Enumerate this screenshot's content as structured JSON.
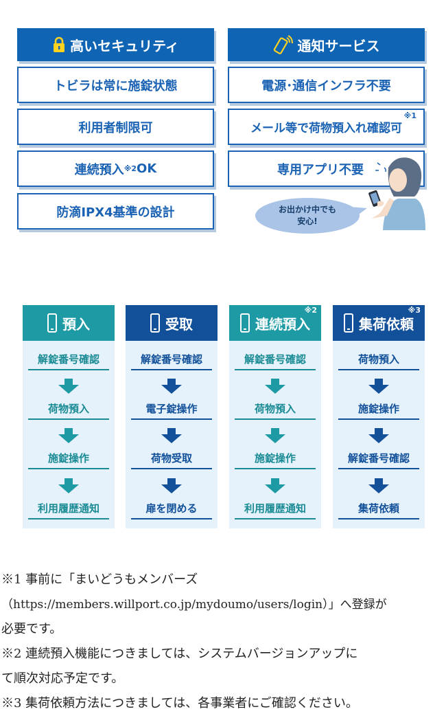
{
  "features": {
    "security": {
      "title": "高いセキュリティ",
      "icon": "lock-icon",
      "items": [
        {
          "text": "トビラは常に施錠状態",
          "sup": ""
        },
        {
          "text": "利用者制限可",
          "sup": ""
        },
        {
          "text": "連続預入",
          "sup": "※2",
          "suffix": "OK"
        },
        {
          "text": "防滴IPX4基準の設計",
          "sup": ""
        }
      ]
    },
    "notification": {
      "title": "通知サービス",
      "icon": "phone-signal-icon",
      "items": [
        {
          "text": "電源･通信インフラ不要",
          "sup": ""
        },
        {
          "text": "メール等で荷物預入れ確認可",
          "sup": "※1"
        },
        {
          "text": "専用アプリ不要",
          "sup": ""
        }
      ],
      "bubble": {
        "line1": "お出かけ中でも",
        "line2": "安心!"
      }
    }
  },
  "flows": [
    {
      "title": "預入",
      "sup": "",
      "theme": "teal",
      "steps": [
        "解錠番号確認",
        "荷物預入",
        "施錠操作",
        "利用履歴通知"
      ]
    },
    {
      "title": "受取",
      "sup": "",
      "theme": "navy",
      "steps": [
        "解錠番号確認",
        "電子錠操作",
        "荷物受取",
        "扉を閉める"
      ]
    },
    {
      "title": "連続預入",
      "sup": "※2",
      "theme": "teal",
      "steps": [
        "解錠番号確認",
        "荷物預入",
        "施錠操作",
        "利用履歴通知"
      ]
    },
    {
      "title": "集荷依頼",
      "sup": "※3",
      "theme": "navy",
      "steps": [
        "荷物預入",
        "施錠操作",
        "解錠番号確認",
        "集荷依頼"
      ]
    }
  ],
  "notes": [
    "※1 事前に「まいどうもメンバーズ",
    "（https://members.willport.co.jp/mydoumo/users/login）」へ登録が",
    "必要です。",
    "※2 連続預入機能につきましては、システムバージョンアップに",
    "て順次対応予定です。",
    "※3 集荷依頼方法につきましては、各事業者にご確認ください。"
  ],
  "colors": {
    "primary": "#0f64b4",
    "teal": "#1d9aa3",
    "navy": "#12509a",
    "panel": "#e5f2fb",
    "bubble": "#a9c4e6"
  }
}
